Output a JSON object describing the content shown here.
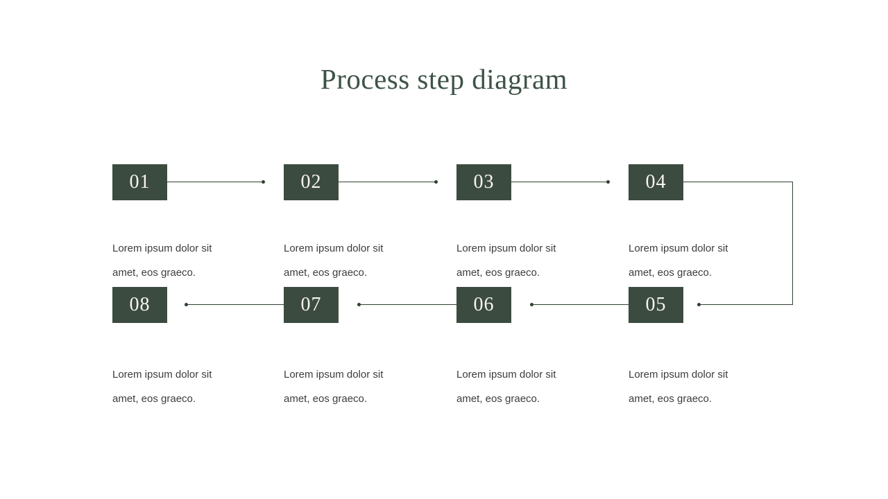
{
  "title": "Process step diagram",
  "colors": {
    "background": "#ffffff",
    "box_fill": "#3c4b3f",
    "number_color": "#f7f5ef",
    "title_color": "#3e5347",
    "line_color": "#30402f",
    "text_color": "#3c3c3c"
  },
  "flow": {
    "order_note": "01-04 left to right on top row, elbow down on right side, 05-08 right to left on bottom row",
    "connector_style": "thin line ending in a small round dot before the next box"
  },
  "steps": [
    {
      "number": "01",
      "description": "Lorem ipsum dolor sit amet, eos graeco."
    },
    {
      "number": "02",
      "description": "Lorem ipsum dolor sit amet, eos graeco."
    },
    {
      "number": "03",
      "description": "Lorem ipsum dolor sit amet, eos graeco."
    },
    {
      "number": "04",
      "description": "Lorem ipsum dolor sit amet, eos graeco."
    },
    {
      "number": "05",
      "description": "Lorem ipsum dolor sit amet, eos graeco."
    },
    {
      "number": "06",
      "description": "Lorem ipsum dolor sit amet, eos graeco."
    },
    {
      "number": "07",
      "description": "Lorem ipsum dolor sit amet, eos graeco."
    },
    {
      "number": "08",
      "description": "Lorem ipsum dolor sit amet, eos graeco."
    }
  ]
}
